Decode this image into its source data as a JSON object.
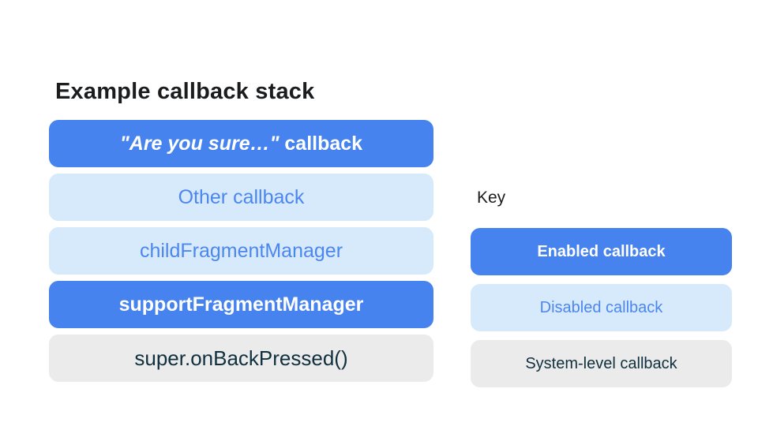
{
  "page": {
    "background": "#ffffff"
  },
  "colors": {
    "enabled_bg": "#4683ee",
    "enabled_text": "#ffffff",
    "disabled_bg": "#d7eafb",
    "disabled_text": "#4c86ef",
    "system_bg": "#eaebea",
    "system_text": "#10303f",
    "title_text": "#1b1c1e"
  },
  "stack": {
    "title": "Example callback stack",
    "items": [
      {
        "type": "enabled",
        "label_italic": "\"Are you sure…\"",
        "label_rest": " callback"
      },
      {
        "type": "disabled",
        "label": "Other callback"
      },
      {
        "type": "disabled",
        "label": "childFragmentManager"
      },
      {
        "type": "enabled",
        "label": "supportFragmentManager"
      },
      {
        "type": "system",
        "label": "super.onBackPressed()"
      }
    ]
  },
  "key": {
    "title": "Key",
    "items": [
      {
        "type": "enabled",
        "label": "Enabled callback"
      },
      {
        "type": "disabled",
        "label": "Disabled callback"
      },
      {
        "type": "system",
        "label": "System-level callback"
      }
    ]
  }
}
